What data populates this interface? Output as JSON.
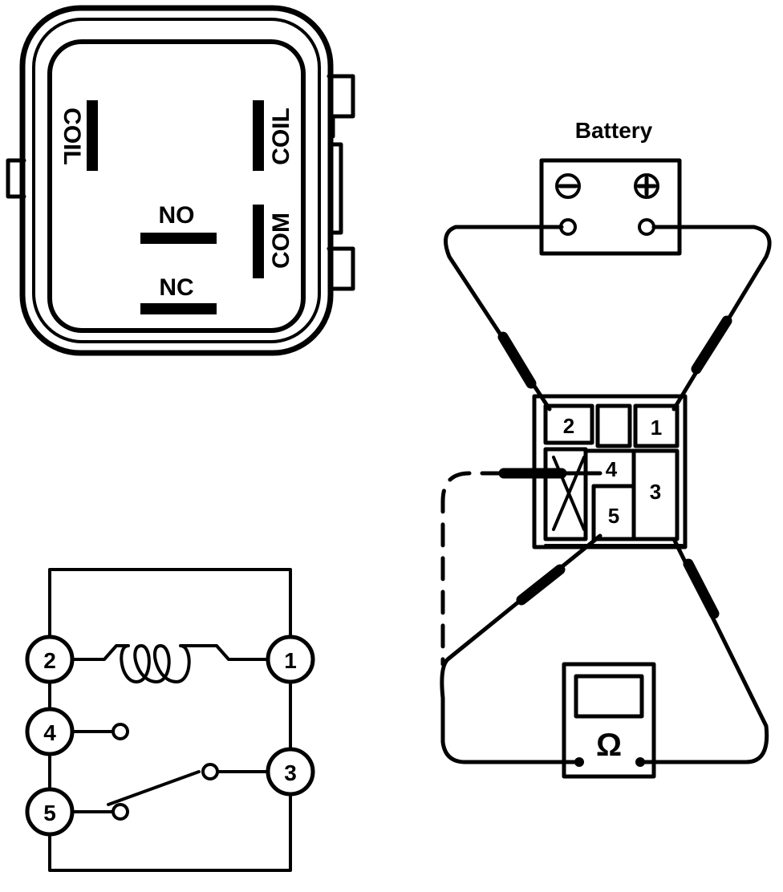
{
  "relay_face": {
    "coil_left": "COIL",
    "coil_right": "COIL",
    "no_label": "NO",
    "nc_label": "NC",
    "com_label": "COM"
  },
  "schematic": {
    "terminals": [
      "2",
      "1",
      "4",
      "3",
      "5"
    ]
  },
  "test_setup": {
    "battery_label": "Battery",
    "minus_symbol": "⊖",
    "plus_symbol": "⊕",
    "connector_terminals": [
      "2",
      "1",
      "4",
      "3",
      "5"
    ],
    "ohmmeter_symbol": "Ω"
  },
  "colors": {
    "ink": "#000000",
    "paper": "#ffffff"
  }
}
